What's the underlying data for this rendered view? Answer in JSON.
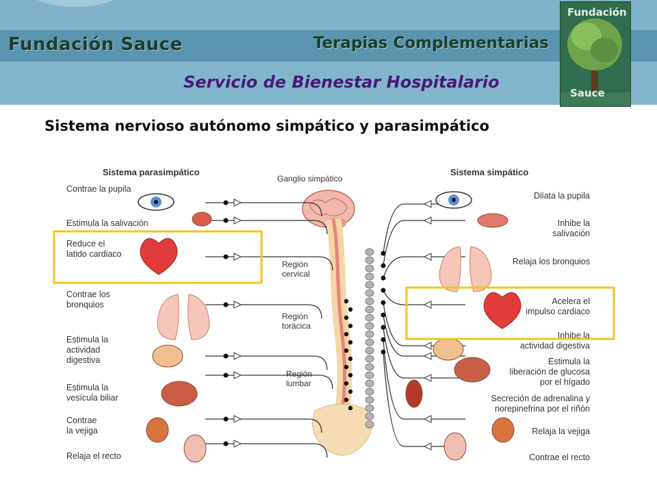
{
  "header": {
    "brand": "Fundación Sauce",
    "tagline": "Terapias Complementarias",
    "service": "Servicio de Bienestar Hospitalario",
    "logo_top": "Fundación",
    "logo_bottom": "Sauce"
  },
  "title": "Sistema nervioso autónomo simpático y parasimpático",
  "diagram": {
    "left_heading": "Sistema parasimpático",
    "center_heading": "Ganglio simpático",
    "right_heading": "Sistema simpático",
    "regions": [
      "Región cervical",
      "Región torácica",
      "Región lumbar"
    ],
    "left_labels": [
      "Contrae la pupila",
      "Estimula la salivación",
      "Reduce el latido cardiaco",
      "Contrae los bronquios",
      "Estimula la actividad digestiva",
      "Estimula la vesícula biliar",
      "Contrae la vejiga",
      "Relaja el recto"
    ],
    "right_labels": [
      "Dilata la pupila",
      "Inhibe la salivación",
      "Relaja los bronquios",
      "Acelera el impulso cardiaco",
      "Inhibe la actividad digestiva",
      "Estimula la liberación de glucosa por el hígado",
      "Secreción de adrenalina y norepinefrina por el riñón",
      "Relaja la vejiga",
      "Contrae el recto"
    ]
  },
  "highlight_color": "#f3c51a"
}
